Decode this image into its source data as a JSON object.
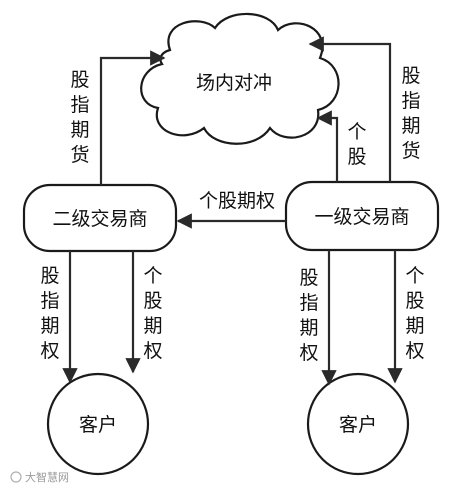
{
  "nodes": {
    "cloud": "场内对冲",
    "secondary": "二级交易商",
    "primary": "一级交易商",
    "client_left": "客户",
    "client_right": "客户"
  },
  "edges": {
    "secondary_to_cloud": [
      "股",
      "指",
      "期",
      "货"
    ],
    "primary_to_cloud_stock": [
      "个",
      "股"
    ],
    "primary_to_cloud_index": [
      "股",
      "指",
      "期",
      "货"
    ],
    "primary_to_secondary": "个股期权",
    "secondary_to_client_index": [
      "股",
      "指",
      "期",
      "权"
    ],
    "secondary_to_client_stock": [
      "个",
      "股",
      "期",
      "权"
    ],
    "primary_to_client_index": [
      "股",
      "指",
      "期",
      "权"
    ],
    "primary_to_client_stock": [
      "个",
      "股",
      "期",
      "权"
    ]
  },
  "watermark": "大智慧网"
}
